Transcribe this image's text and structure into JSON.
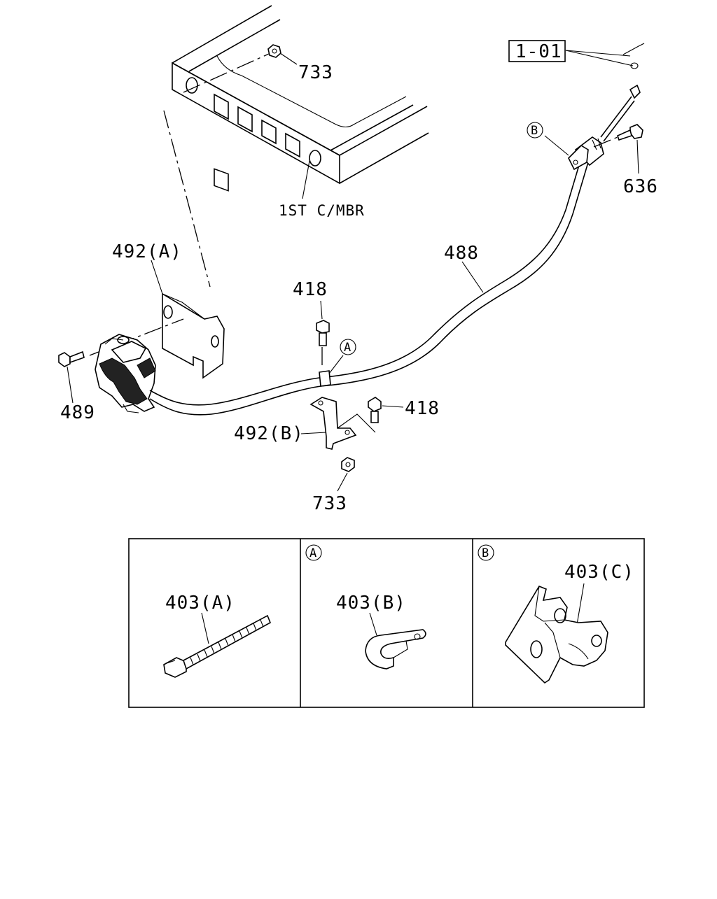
{
  "callouts": {
    "nut_top": "733",
    "ref_box": "1-01",
    "member_label": "1ST C/MBR",
    "bolt_636": "636",
    "bracket_a": "492(A)",
    "cable": "488",
    "bolt_418_top": "418",
    "bolt_418_right": "418",
    "bolt_489": "489",
    "bracket_b": "492(B)",
    "nut_bottom": "733",
    "clip_ref_a": "A",
    "clip_ref_b": "B"
  },
  "detail_panels": [
    {
      "header": "",
      "part_label": "403(A)",
      "part": "cable-tie"
    },
    {
      "header": "A",
      "part_label": "403(B)",
      "part": "p-clip"
    },
    {
      "header": "B",
      "part_label": "403(C)",
      "part": "cable-clamp-bracket"
    }
  ]
}
